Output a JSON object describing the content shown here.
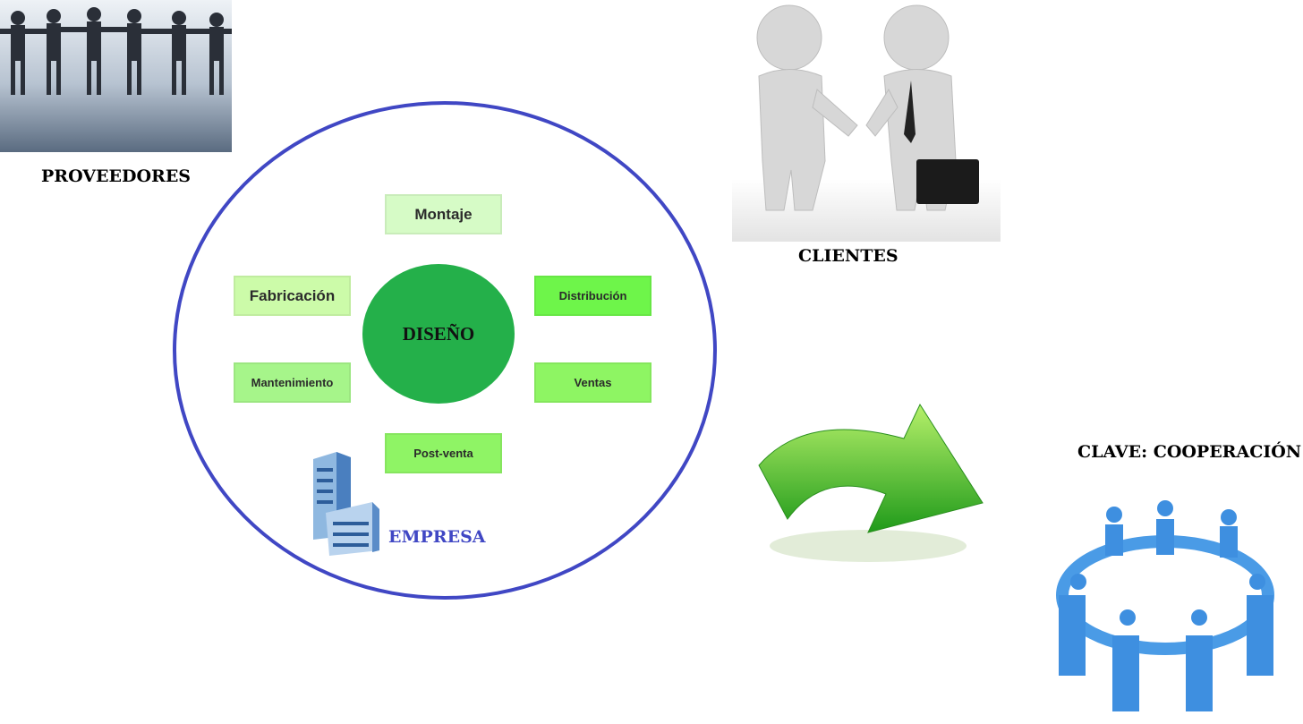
{
  "suppliers": {
    "label": "PROVEEDORES"
  },
  "clients": {
    "label": "CLIENTES"
  },
  "company": {
    "label": "EMPRESA",
    "center": "DISEÑO",
    "activities": [
      {
        "label": "Montaje",
        "color": "#d6fbc6"
      },
      {
        "label": "Fabricación",
        "color": "#ccfba9"
      },
      {
        "label": "Distribución",
        "color": "#6ef54a"
      },
      {
        "label": "Mantenimiento",
        "color": "#a6f58a"
      },
      {
        "label": "Ventas",
        "color": "#8ef563"
      },
      {
        "label": "Post-venta",
        "color": "#8ff465"
      }
    ]
  },
  "key": {
    "label": "CLAVE: COOPERACIÓN"
  },
  "colors": {
    "ellipse": "#4047c4",
    "core": "#24b04a",
    "empresa": "#4047c4"
  }
}
